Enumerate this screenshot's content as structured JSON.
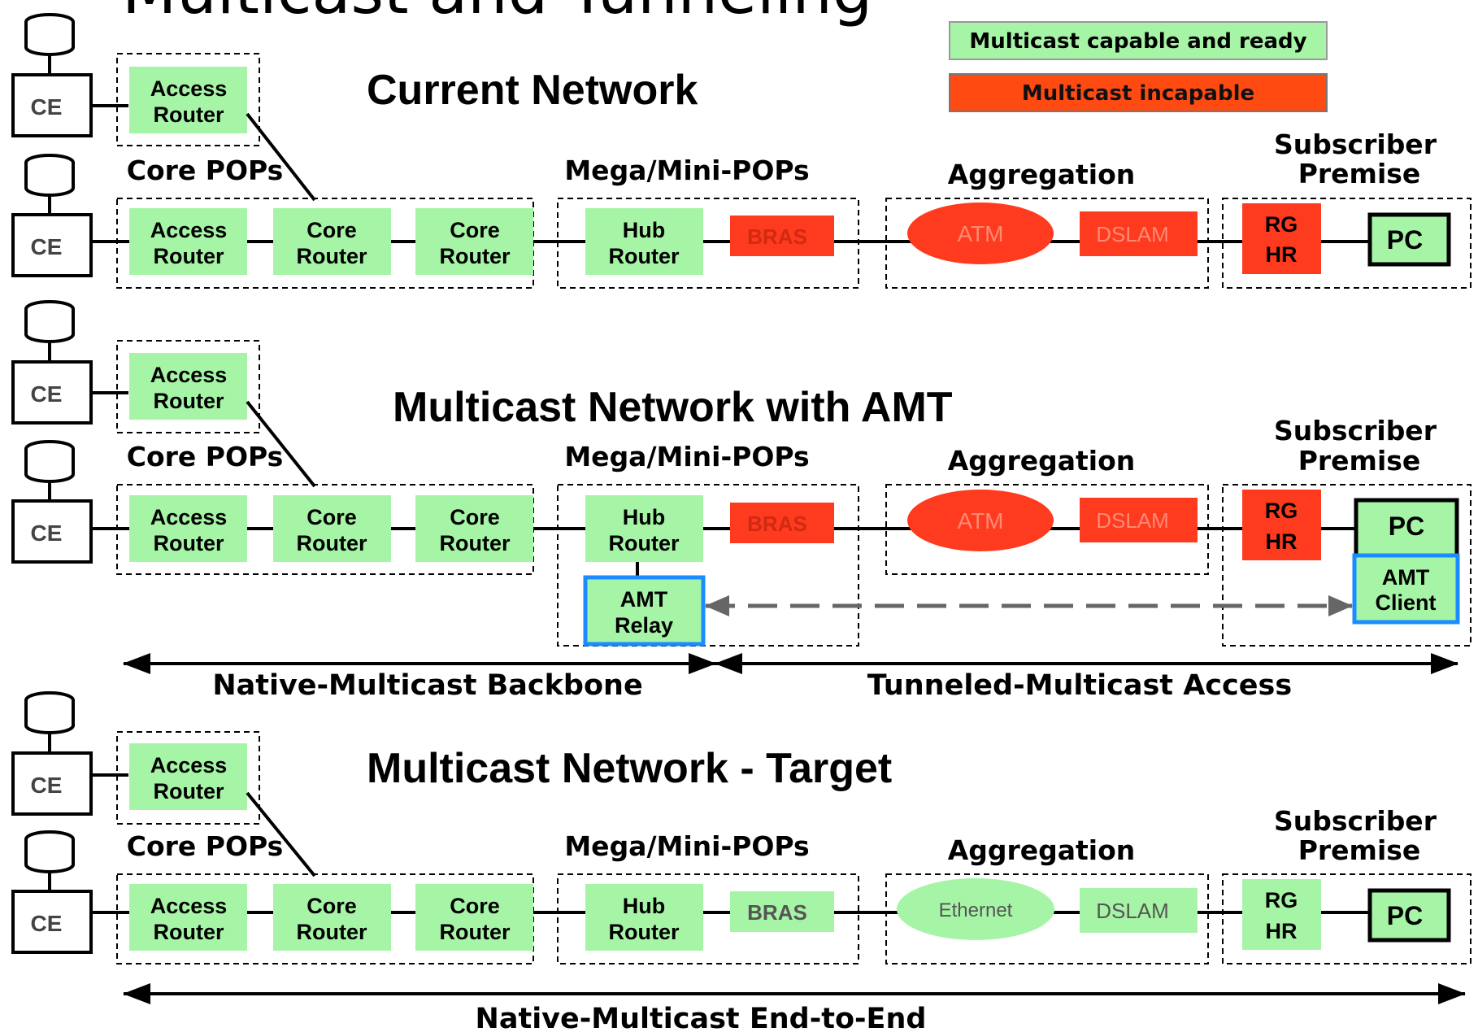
{
  "page": {
    "big_title": "Multicast and Tunneling"
  },
  "legend": {
    "capable": "Multicast capable and ready",
    "incapable": "Multicast incapable"
  },
  "colors": {
    "capable": "#a6f5a6",
    "incapable": "#ff3b1f",
    "amt_border": "#1a8cff",
    "tunnel_arrow": "#666666"
  },
  "sections": [
    {
      "title": "Current Network",
      "core_pops": "Core POPs",
      "mega_mini_pops": "Mega/Mini-POPs",
      "aggregation": "Aggregation",
      "subscriber_l1": "Subscriber",
      "subscriber_l2": "Premise",
      "ce": "CE",
      "access_router_l1": "Access",
      "access_router_l2": "Router",
      "core_router_l1": "Core",
      "core_router_l2": "Router",
      "hub_router_l1": "Hub",
      "hub_router_l2": "Router",
      "bras": "BRAS",
      "agg_node": "ATM",
      "dslam": "DSLAM",
      "rg": "RG",
      "hr": "HR",
      "pc": "PC"
    },
    {
      "title": "Multicast Network with AMT",
      "core_pops": "Core POPs",
      "mega_mini_pops": "Mega/Mini-POPs",
      "aggregation": "Aggregation",
      "subscriber_l1": "Subscriber",
      "subscriber_l2": "Premise",
      "ce": "CE",
      "access_router_l1": "Access",
      "access_router_l2": "Router",
      "core_router_l1": "Core",
      "core_router_l2": "Router",
      "hub_router_l1": "Hub",
      "hub_router_l2": "Router",
      "bras": "BRAS",
      "agg_node": "ATM",
      "dslam": "DSLAM",
      "rg": "RG",
      "hr": "HR",
      "pc": "PC",
      "amt_relay_l1": "AMT",
      "amt_relay_l2": "Relay",
      "amt_client_l1": "AMT",
      "amt_client_l2": "Client"
    },
    {
      "title": "Multicast Network - Target",
      "core_pops": "Core POPs",
      "mega_mini_pops": "Mega/Mini-POPs",
      "aggregation": "Aggregation",
      "subscriber_l1": "Subscriber",
      "subscriber_l2": "Premise",
      "ce": "CE",
      "access_router_l1": "Access",
      "access_router_l2": "Router",
      "core_router_l1": "Core",
      "core_router_l2": "Router",
      "hub_router_l1": "Hub",
      "hub_router_l2": "Router",
      "bras": "BRAS",
      "agg_node": "Ethernet",
      "dslam": "DSLAM",
      "rg": "RG",
      "hr": "HR",
      "pc": "PC"
    }
  ],
  "spans": {
    "native_backbone": "Native-Multicast Backbone",
    "tunneled_access": "Tunneled-Multicast Access",
    "native_e2e": "Native-Multicast End-to-End"
  }
}
